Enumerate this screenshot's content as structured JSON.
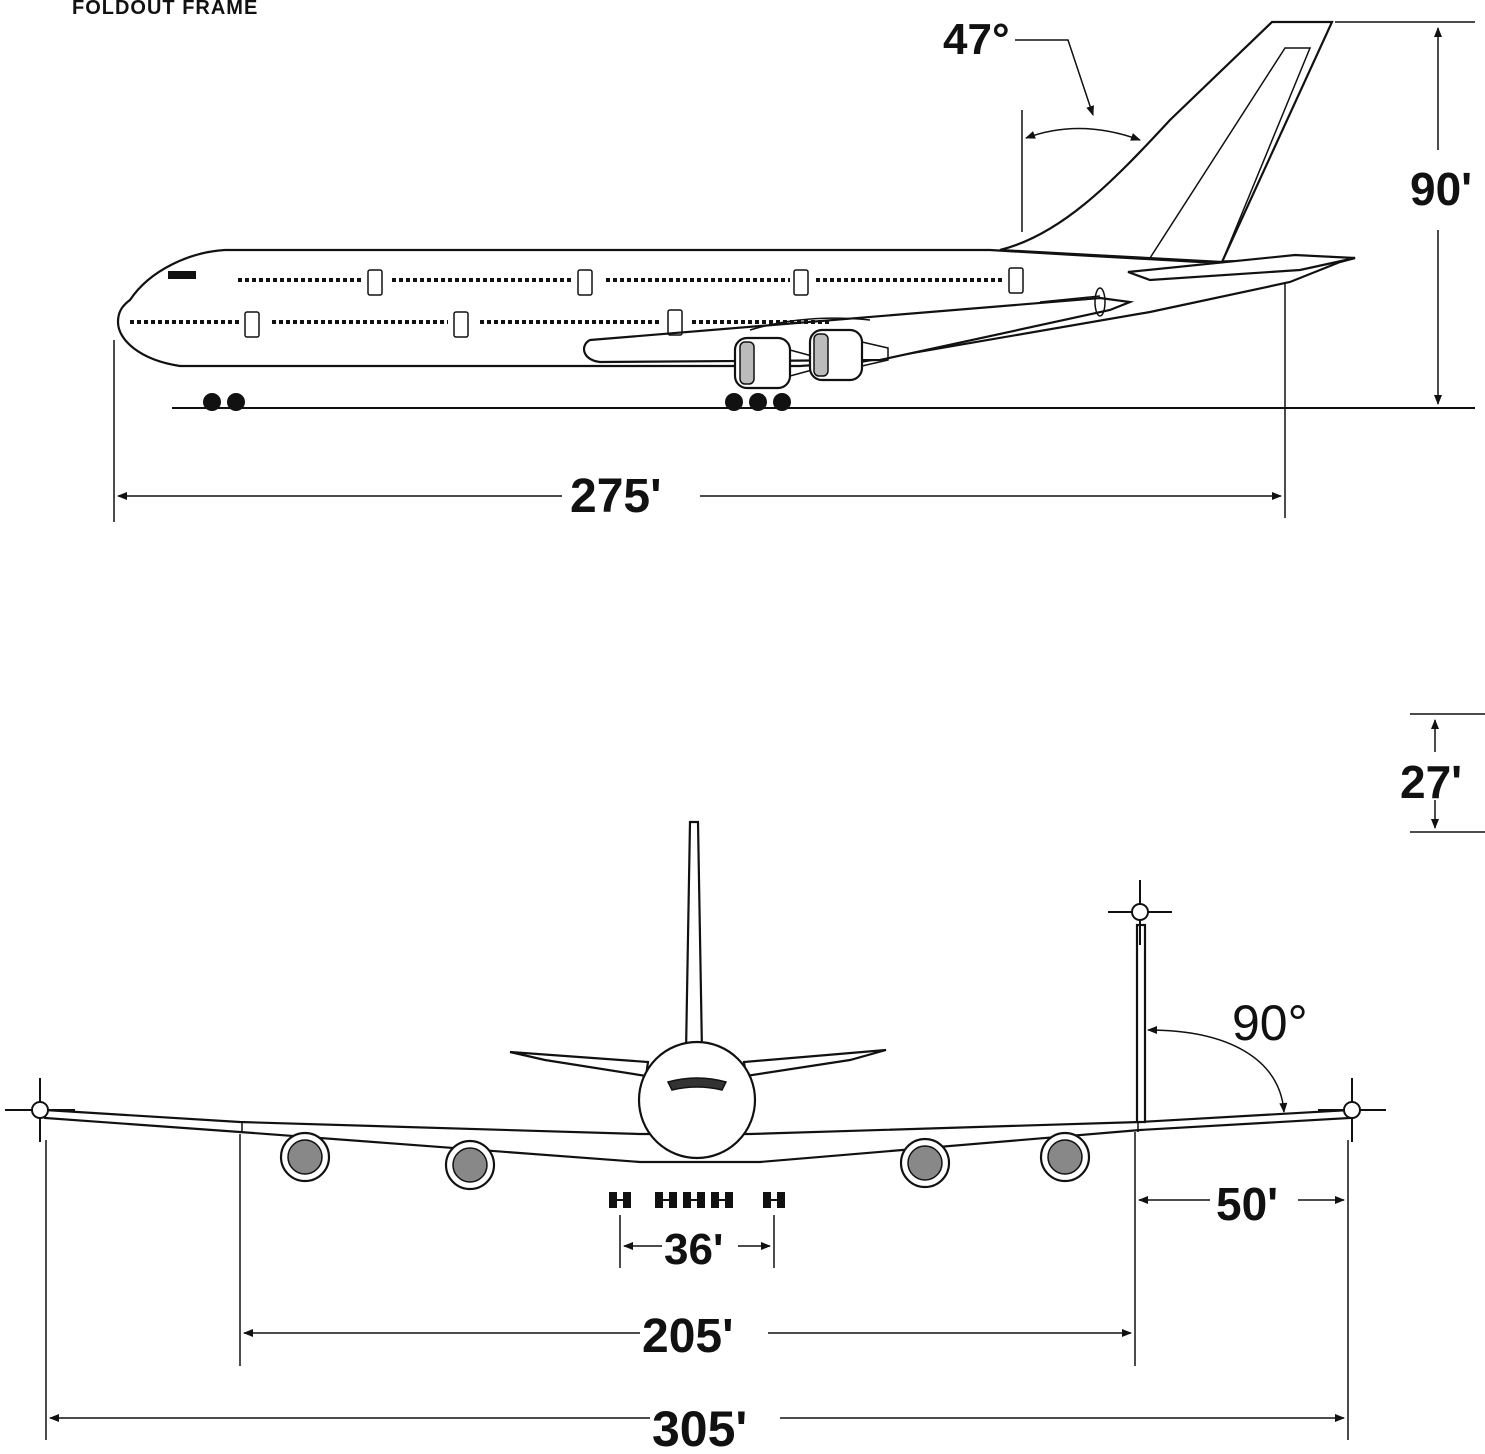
{
  "header": {
    "label": "FOLDOUT FRAME"
  },
  "side_view": {
    "fin_sweep": "47°",
    "height": "90'",
    "length": "275'"
  },
  "front_view": {
    "fold_height": "27'",
    "fold_angle": "90°",
    "gear_track": "36'",
    "folded_span": "205'",
    "fold_section": "50'",
    "full_span": "305'"
  }
}
